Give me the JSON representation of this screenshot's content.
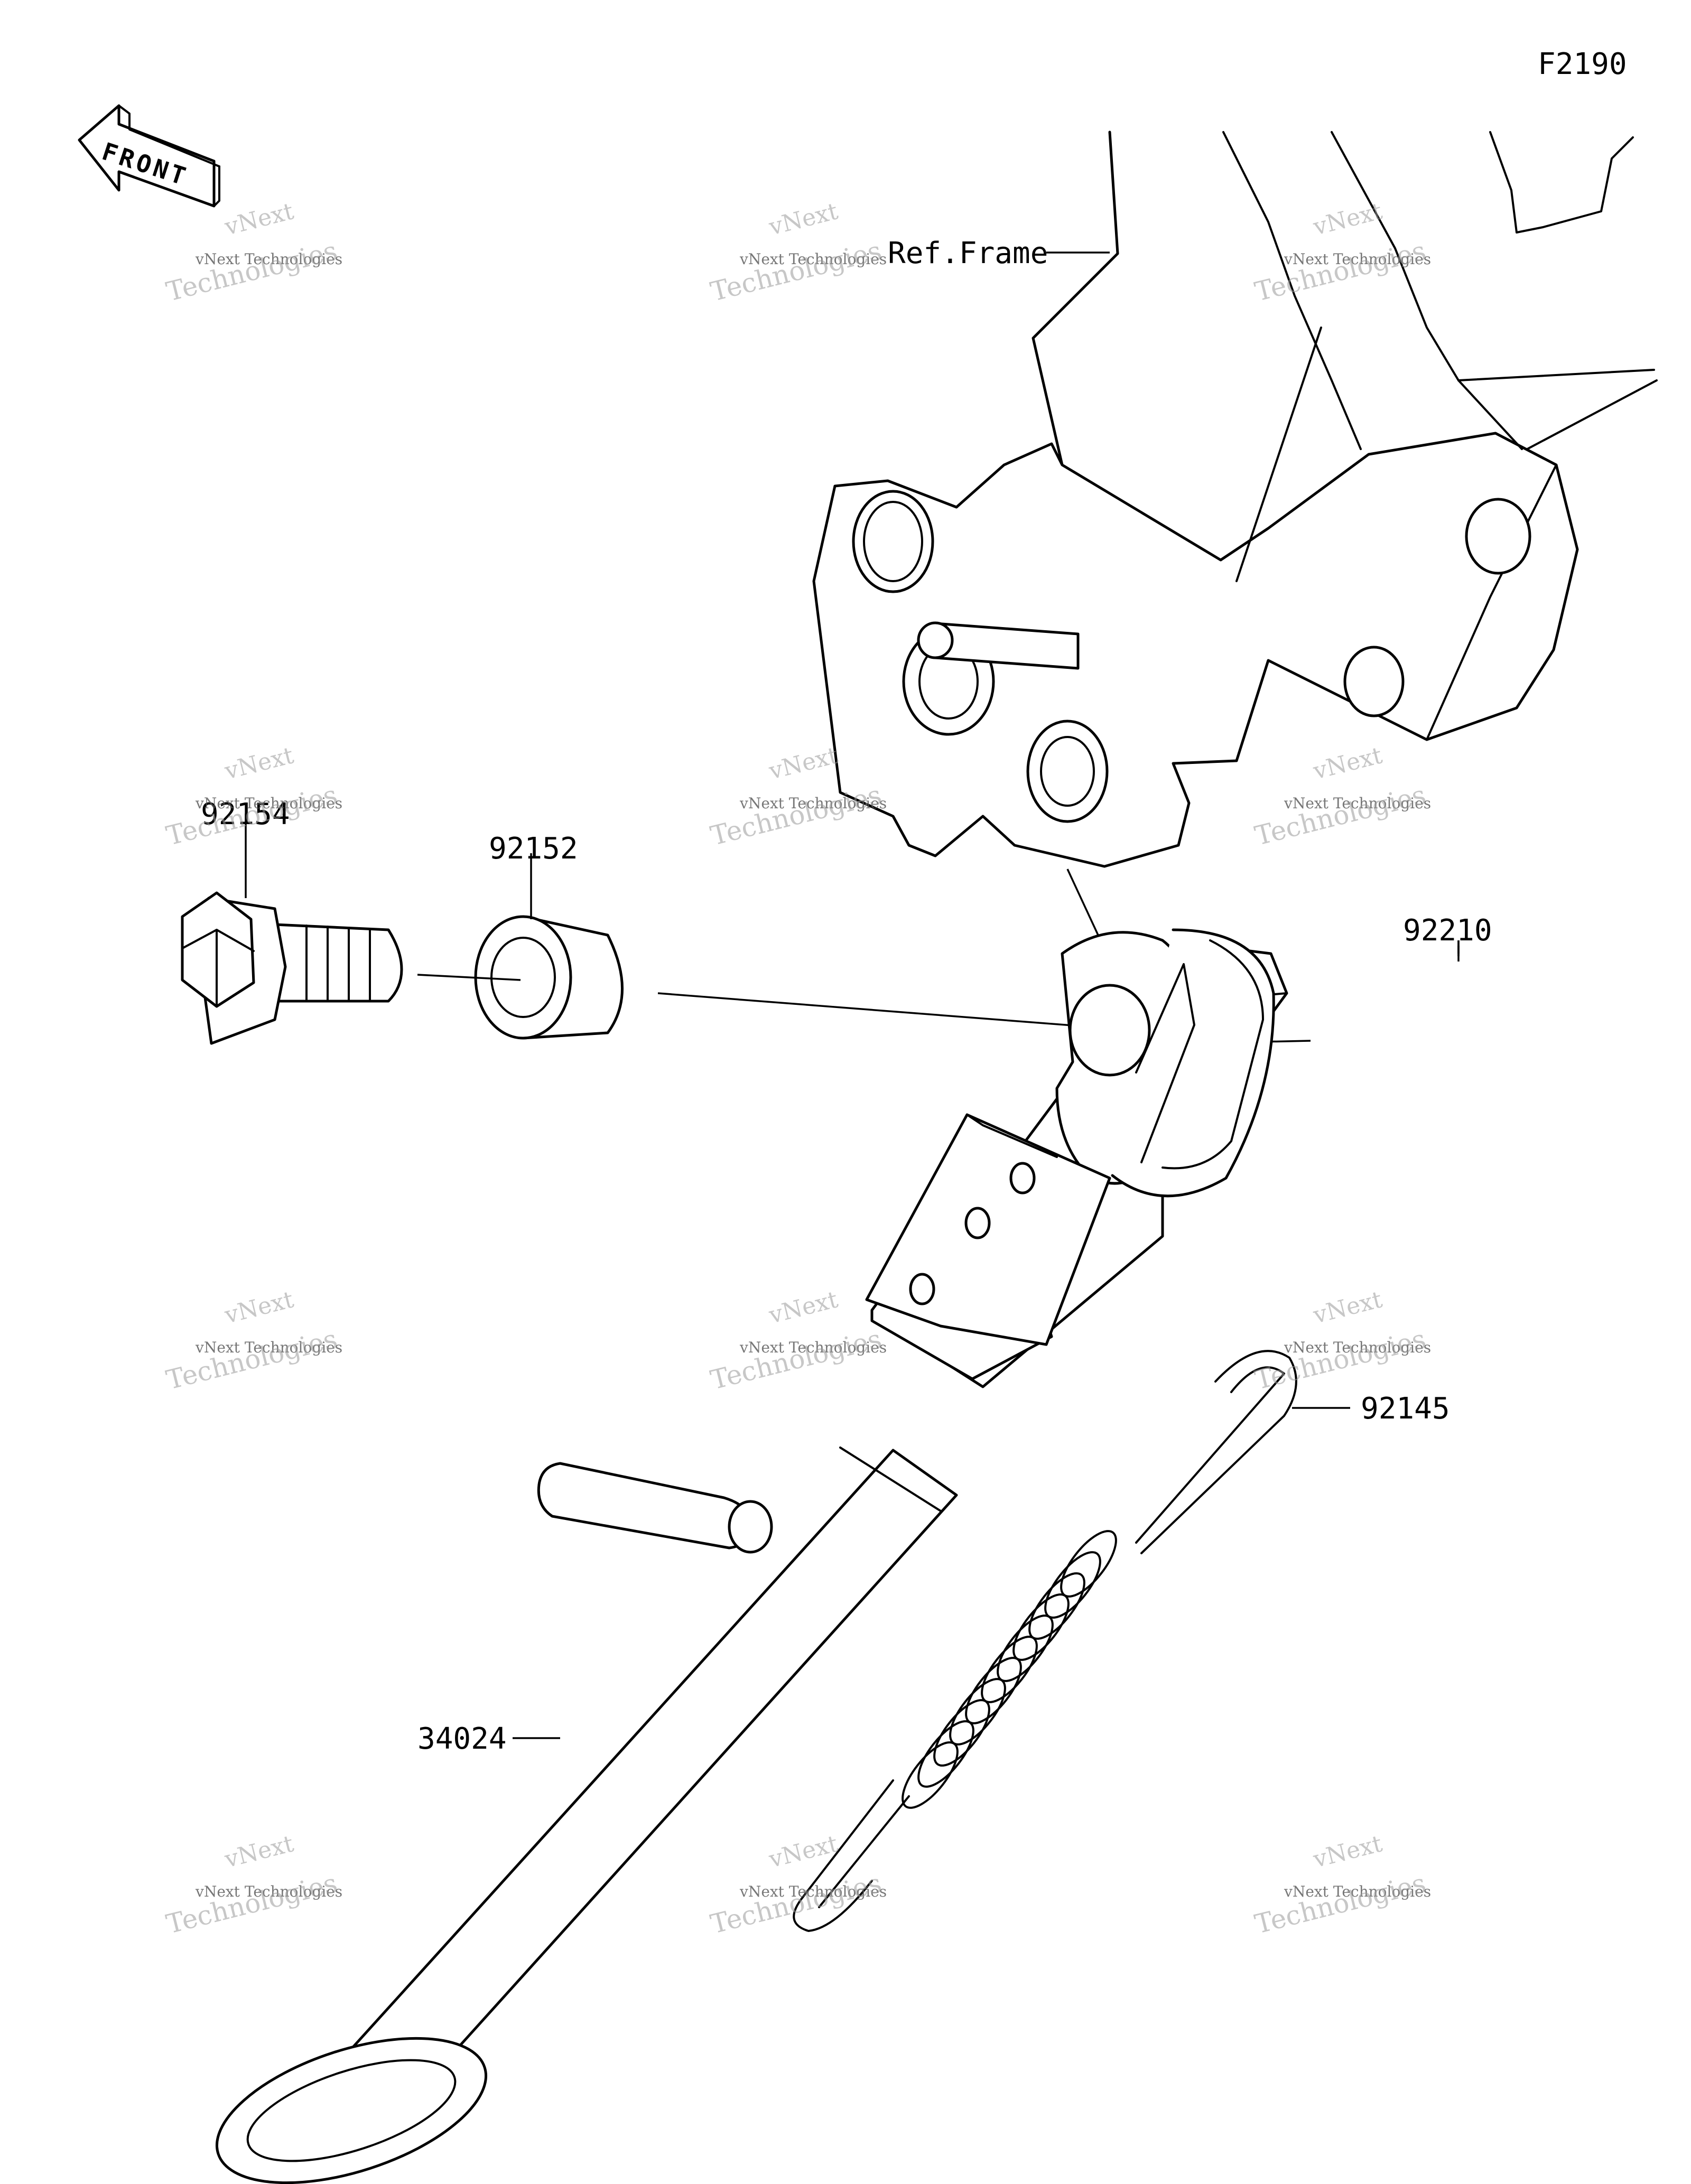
{
  "figure_code": "F2190",
  "front_arrow_label": "FRONT",
  "ref_label": "Ref.Frame",
  "watermark": {
    "line1": "vNext",
    "line2": "vNext Technologies",
    "line3": "Technologies"
  },
  "parts": {
    "bolt": "92154",
    "collar": "92152",
    "nut": "92210",
    "spring": "92145",
    "stand": "34024"
  },
  "colors": {
    "line": "#000000",
    "background": "#ffffff",
    "watermark": "#9a9a9a"
  }
}
